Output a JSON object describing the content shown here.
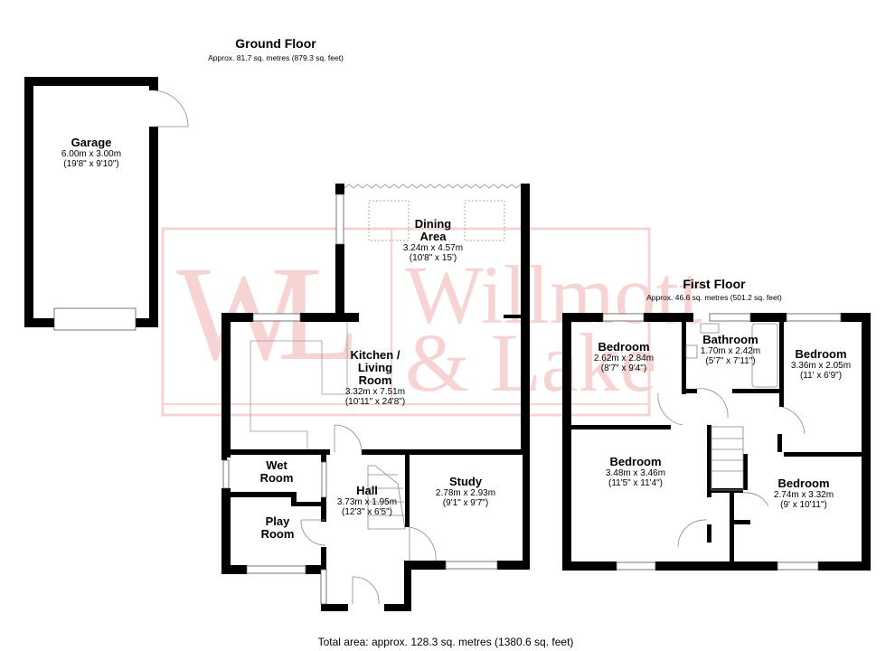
{
  "watermark": {
    "monogram": "WL",
    "line1": "Willmott",
    "line2": "& Lake",
    "color": "#f7d4d4"
  },
  "ground_floor": {
    "title": "Ground Floor",
    "area": "Approx. 81.7 sq. metres (879.3 sq. feet)",
    "rooms": [
      {
        "name": "Garage",
        "dims_metric": "6.00m x 3.00m",
        "dims_imperial": "(19'8\" x 9'10\")"
      },
      {
        "name": "Dining\nArea",
        "dims_metric": "3.24m x 4.57m",
        "dims_imperial": "(10'8\" x 15')"
      },
      {
        "name": "Kitchen /\nLiving\nRoom",
        "dims_metric": "3.32m x 7.51m",
        "dims_imperial": "(10'11\" x 24'8\")"
      },
      {
        "name": "Wet\nRoom"
      },
      {
        "name": "Hall",
        "dims_metric": "3.73m x 1.95m",
        "dims_imperial": "(12'3\" x 6'5\")"
      },
      {
        "name": "Study",
        "dims_metric": "2.78m x 2.93m",
        "dims_imperial": "(9'1\" x 9'7\")"
      },
      {
        "name": "Play\nRoom"
      }
    ]
  },
  "first_floor": {
    "title": "First Floor",
    "area": "Approx. 46.6 sq. metres (501.2 sq. feet)",
    "rooms": [
      {
        "name": "Bedroom",
        "dims_metric": "2.62m x 2.84m",
        "dims_imperial": "(8'7\" x 9'4\")"
      },
      {
        "name": "Bathroom",
        "dims_metric": "1.70m x 2.42m",
        "dims_imperial": "(5'7\" x 7'11\")"
      },
      {
        "name": "Bedroom",
        "dims_metric": "3.36m x 2.05m",
        "dims_imperial": "(11' x 6'9\")"
      },
      {
        "name": "Bedroom",
        "dims_metric": "3.48m x 3.46m",
        "dims_imperial": "(11'5\" x 11'4\")"
      },
      {
        "name": "Bedroom",
        "dims_metric": "2.74m x 3.32m",
        "dims_imperial": "(9' x 10'11\")"
      }
    ]
  },
  "total_area": "Total area: approx. 128.3 sq. metres (1380.6 sq. feet)"
}
